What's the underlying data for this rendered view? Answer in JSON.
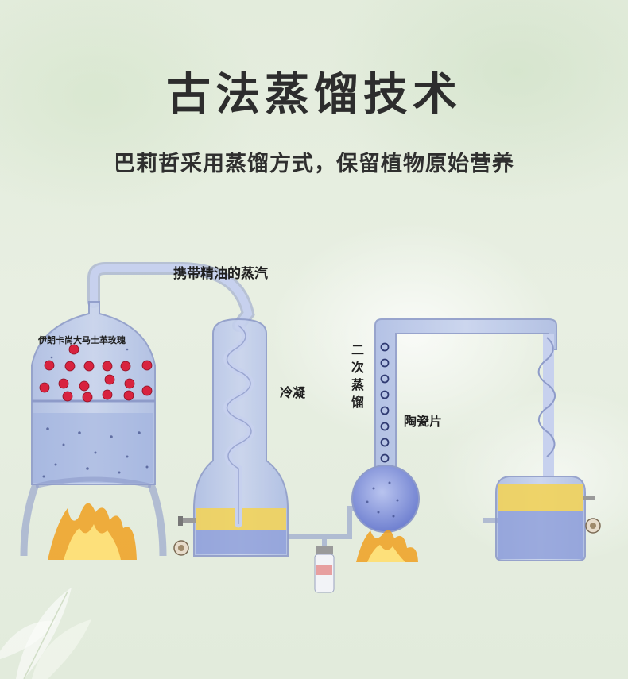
{
  "page": {
    "title": "古法蒸馏技术",
    "subtitle": "巴莉哲采用蒸馏方式，保留植物原始营养"
  },
  "labels": {
    "steam": "携带精油的蒸汽",
    "roses": "伊朗卡尚大马士革玫瑰",
    "condense": "冷凝",
    "second_distill": [
      "二",
      "次",
      "蒸",
      "馏"
    ],
    "ceramic": "陶瓷片"
  },
  "colors": {
    "glass": "#b9c6e6",
    "glass_stroke": "#8e9bc9",
    "water": "#8f9fda",
    "oil": "#f2d35a",
    "rose": "#d8233f",
    "flame_outer": "#f0a020",
    "flame_inner": "#fde07a",
    "text": "#2d2d2d"
  },
  "icons": [
    "rose-icon",
    "flame-icon",
    "tap-icon",
    "bottle-icon",
    "leaf-icon",
    "ceramic-ring-icon"
  ]
}
